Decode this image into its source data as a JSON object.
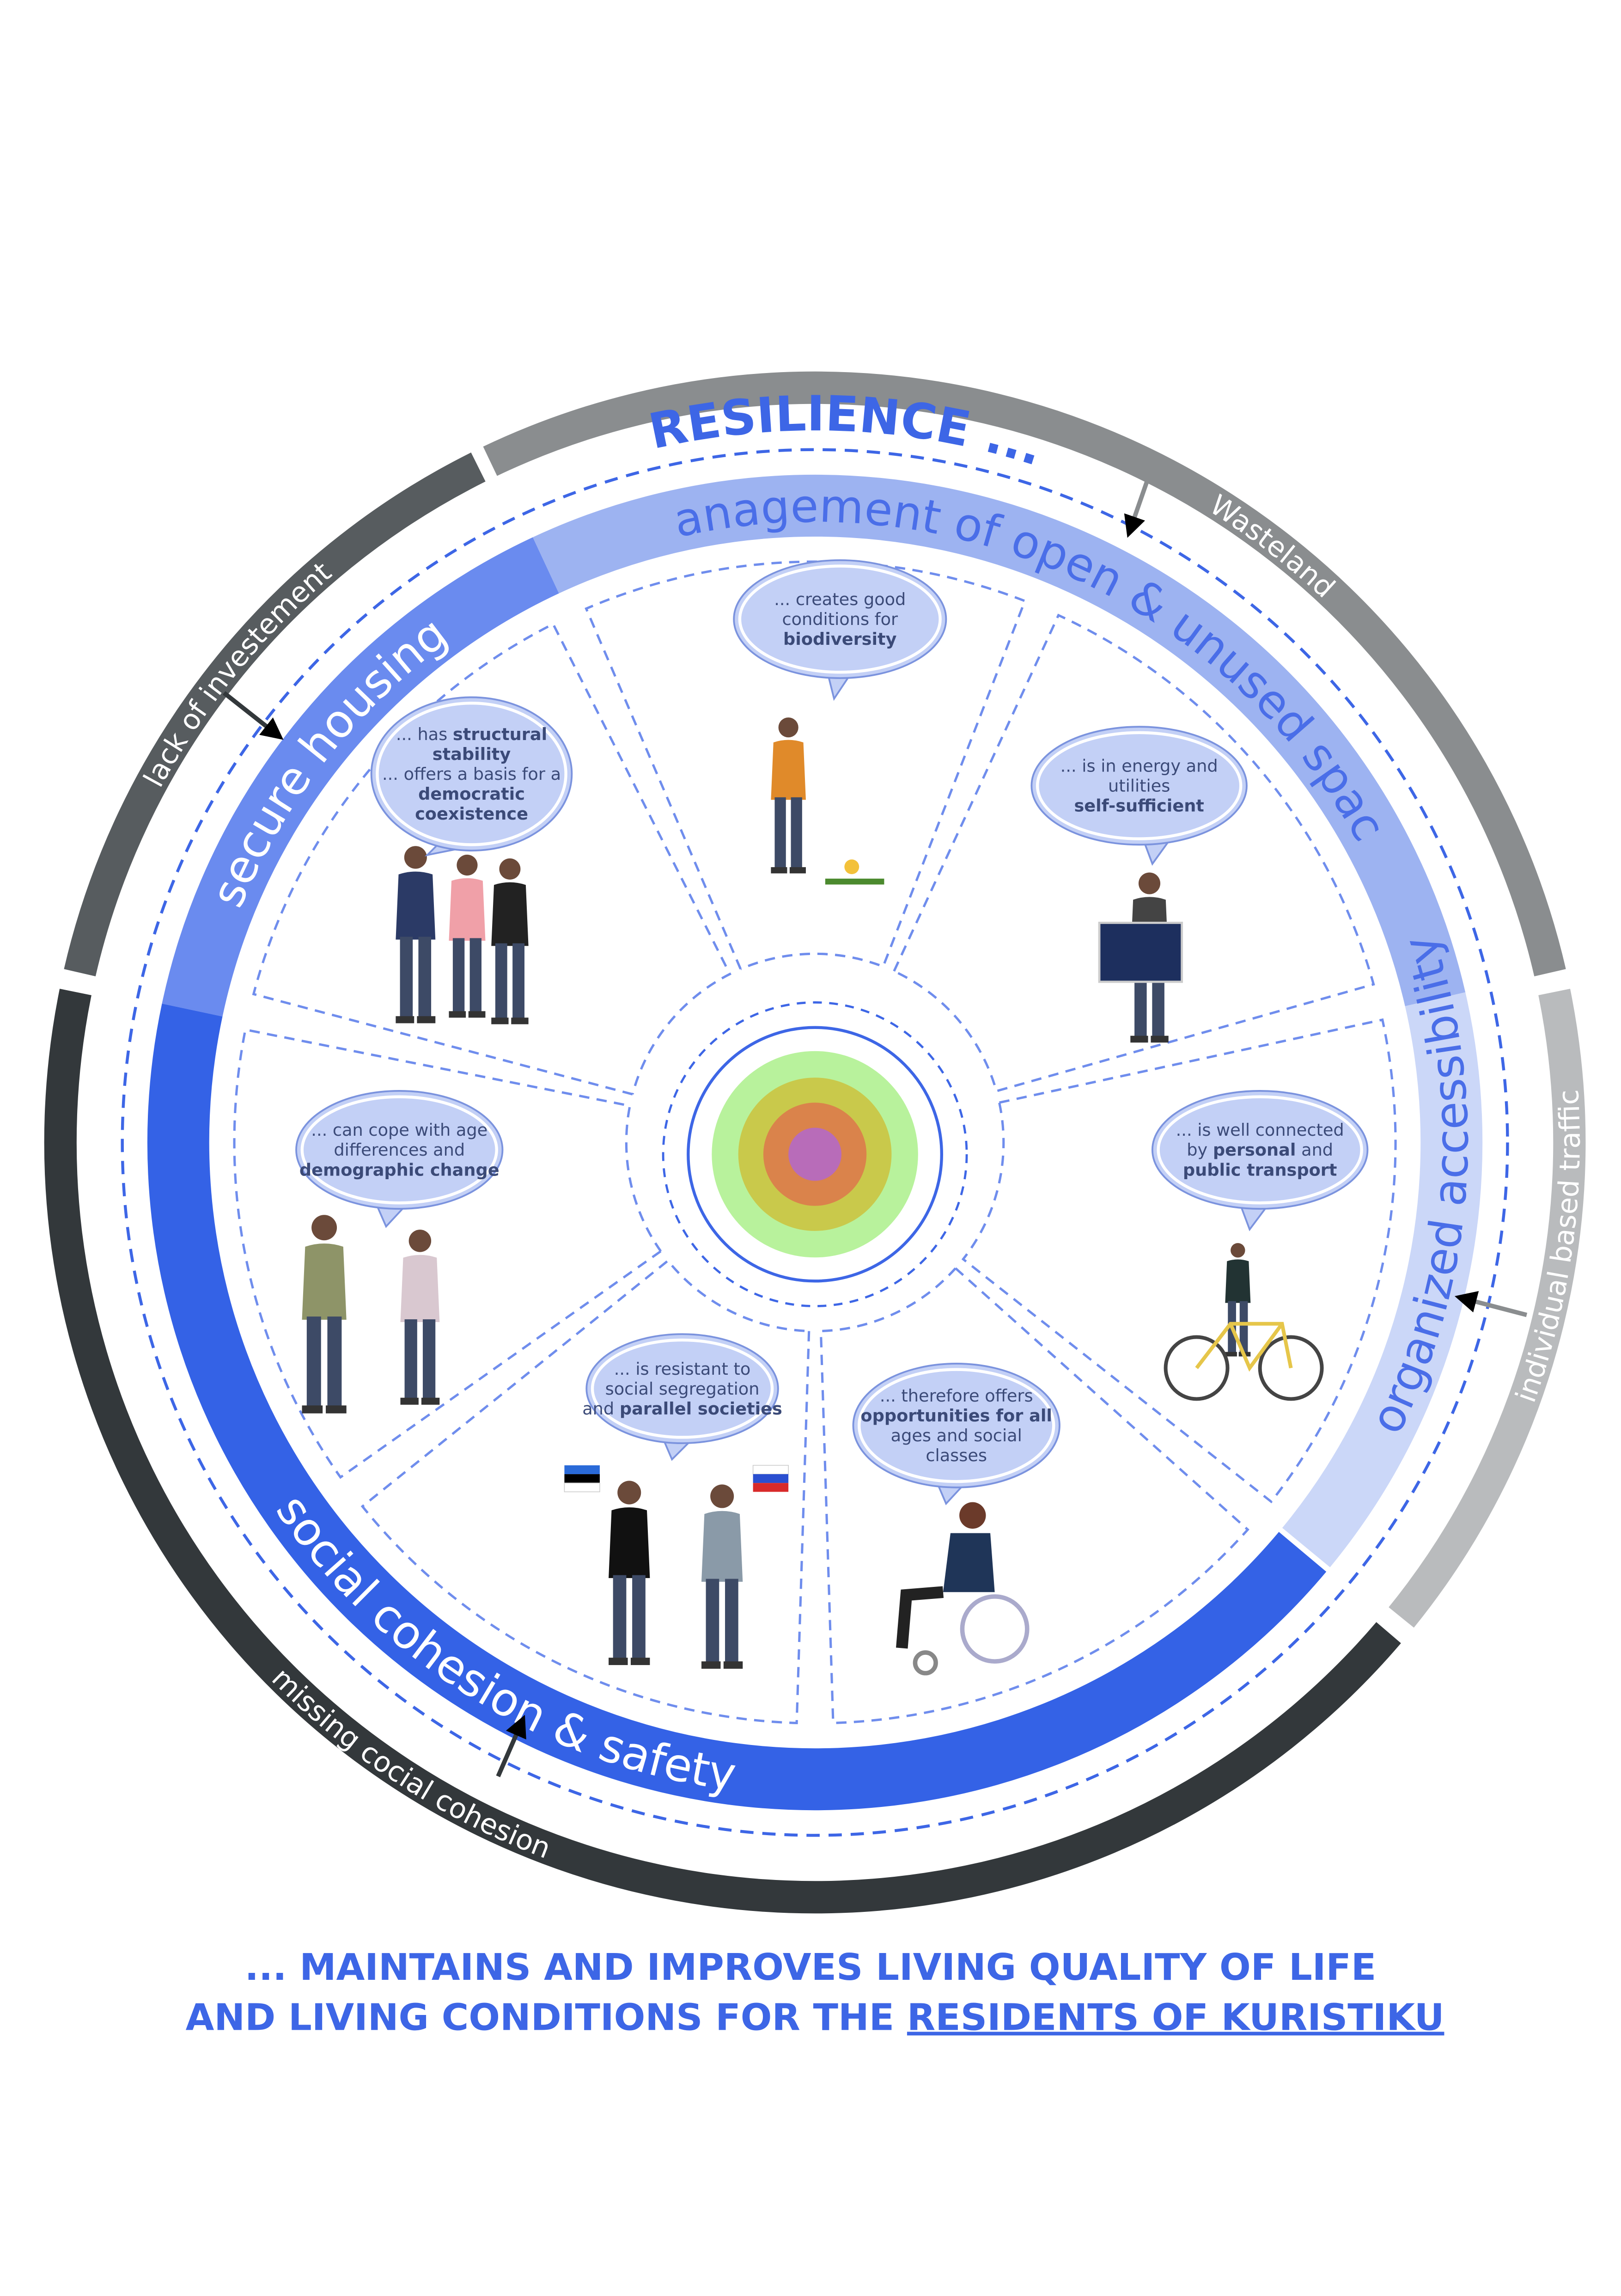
{
  "title": "RESILIENCE ...",
  "outer_ring": [
    {
      "label": "lack of investement",
      "color": "#575c5f"
    },
    {
      "label": "Wasteland",
      "color": "#8a8d8f"
    },
    {
      "label": "individual based traffic",
      "color": "#b9bbbd"
    },
    {
      "label": "missing cocial cohesion",
      "color": "#33383b"
    }
  ],
  "bands": [
    {
      "label": "secure housing",
      "color": "#6a8bef",
      "text_color": "#ffffff"
    },
    {
      "label": "management of open & unused space",
      "color": "#9db3f1",
      "text_color": "#4a6ee8"
    },
    {
      "label": "organized accessibility",
      "color": "#cbd7f8",
      "text_color": "#4a6ee8"
    },
    {
      "label": "social cohesion & safety",
      "color": "#3462e6",
      "text_color": "#ffffff"
    }
  ],
  "center_rings": [
    "#b8f29c",
    "#c9c94b",
    "#da834b",
    "#b86cb9"
  ],
  "bubbles": [
    {
      "lines": [
        [
          {
            "t": "... creates good"
          }
        ],
        [
          {
            "t": "conditions for"
          }
        ],
        [
          {
            "t": "biodiversity",
            "b": true
          }
        ]
      ]
    },
    {
      "lines": [
        [
          {
            "t": "... has "
          },
          {
            "t": "structural",
            "b": true
          }
        ],
        [
          {
            "t": "stability",
            "b": true
          }
        ],
        [
          {
            "t": "... offers a basis for a"
          }
        ],
        [
          {
            "t": "democratic",
            "b": true
          }
        ],
        [
          {
            "t": "coexistence",
            "b": true
          }
        ]
      ]
    },
    {
      "lines": [
        [
          {
            "t": "... is in energy and"
          }
        ],
        [
          {
            "t": "utilities"
          }
        ],
        [
          {
            "t": "self-sufficient",
            "b": true
          }
        ]
      ]
    },
    {
      "lines": [
        [
          {
            "t": "... is well connected"
          }
        ],
        [
          {
            "t": "by "
          },
          {
            "t": "personal",
            "b": true
          },
          {
            "t": " and"
          }
        ],
        [
          {
            "t": "public transport",
            "b": true
          }
        ]
      ]
    },
    {
      "lines": [
        [
          {
            "t": "... can cope with age"
          }
        ],
        [
          {
            "t": "differences and"
          }
        ],
        [
          {
            "t": "demographic change",
            "b": true
          }
        ]
      ]
    },
    {
      "lines": [
        [
          {
            "t": "... is resistant to"
          }
        ],
        [
          {
            "t": "social segregation"
          }
        ],
        [
          {
            "t": "and "
          },
          {
            "t": "parallel societies",
            "b": true
          }
        ]
      ]
    },
    {
      "lines": [
        [
          {
            "t": "... therefore offers"
          }
        ],
        [
          {
            "t": "opportunities for all",
            "b": true
          }
        ],
        [
          {
            "t": "ages and social"
          }
        ],
        [
          {
            "t": "classes"
          }
        ]
      ]
    }
  ],
  "footer": {
    "line1": "... MAINTAINS AND IMPROVES LIVING QUALITY OF LIFE",
    "line2_prefix": "AND LIVING CONDITIONS FOR THE ",
    "line2_link": "RESIDENTS OF KURISTIKU"
  }
}
